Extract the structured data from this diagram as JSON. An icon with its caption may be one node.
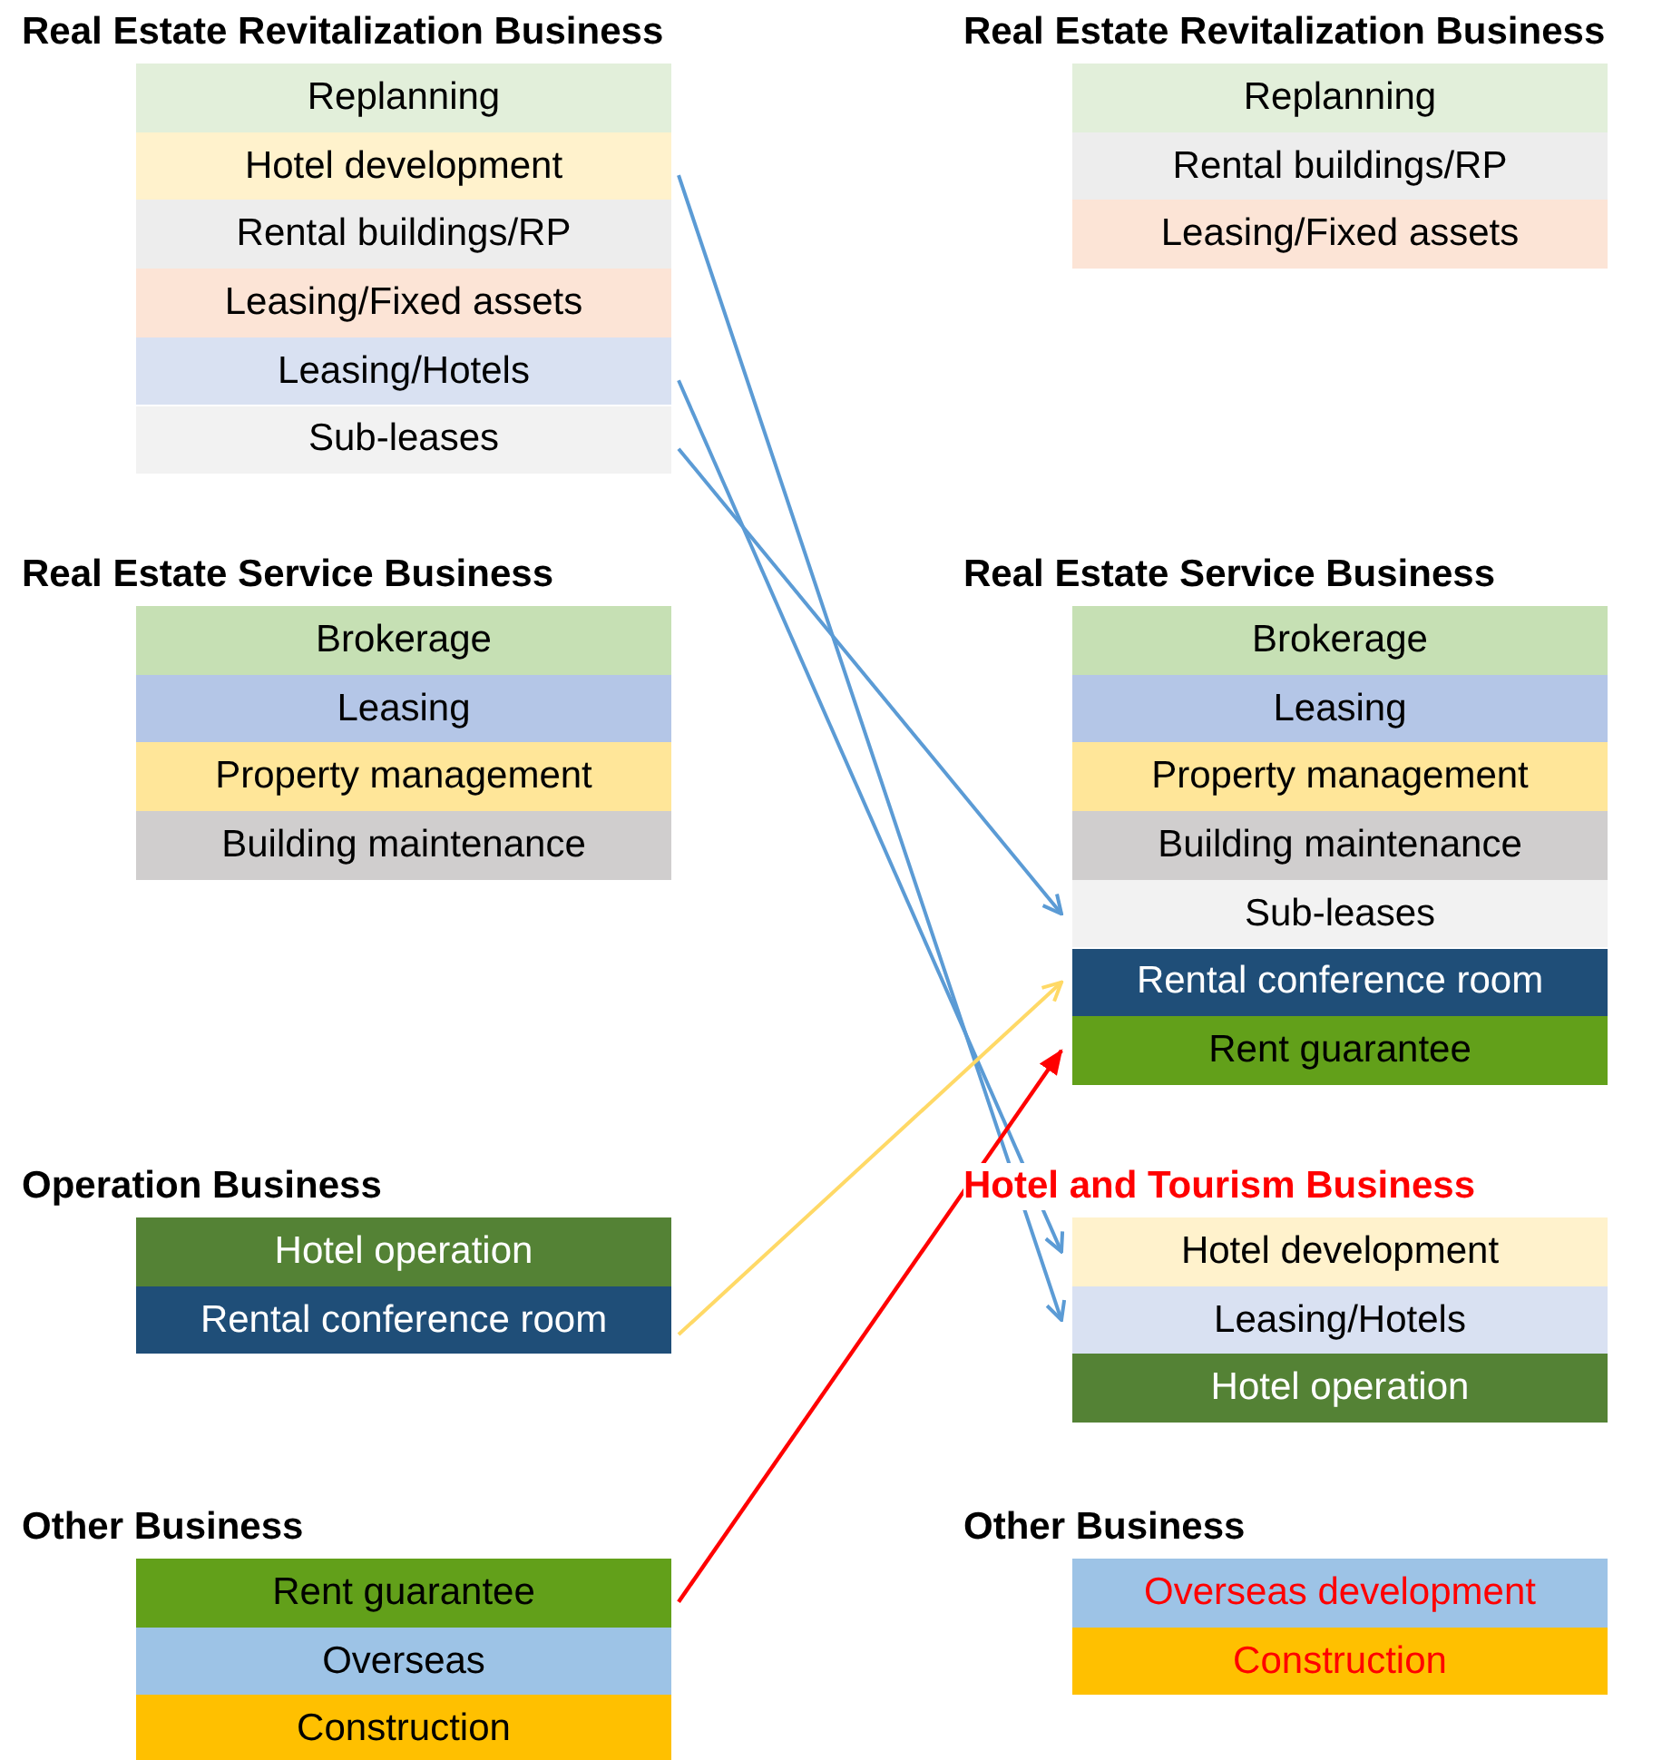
{
  "diagram": {
    "nodes": [
      {
        "text": [
          "Replanning"
        ]
      },
      {
        "text": [
          "Hotel development"
        ]
      },
      {
        "text": [
          "Rental buildings/RP"
        ]
      },
      {
        "text": [
          "Leasing/Fixed assets"
        ]
      },
      {
        "text": [
          "Leasing/Hotels"
        ]
      },
      {
        "text": [
          "Sub-leases"
        ]
      },
      {
        "text": [
          "Brokerage"
        ]
      },
      {
        "text": [
          "Leasing"
        ]
      },
      {
        "text": [
          "Property management"
        ]
      },
      {
        "text": [
          "Building maintenance"
        ]
      },
      {
        "text": [
          "Hotel operation"
        ]
      },
      {
        "text": [
          "Rental conference room"
        ]
      },
      {
        "text": [
          "Rent guarantee"
        ]
      },
      {
        "text": [
          "Overseas"
        ]
      },
      {
        "text": [
          "Construction"
        ]
      },
      {
        "text": [
          "Replanning"
        ]
      },
      {
        "text": [
          "Rental buildings/RP"
        ]
      },
      {
        "text": [
          "Leasing/Fixed assets"
        ]
      },
      {
        "text": [
          "Brokerage"
        ]
      },
      {
        "text": [
          "Leasing"
        ]
      },
      {
        "text": [
          "Property management"
        ]
      },
      {
        "text": [
          "Building maintenance"
        ]
      },
      {
        "text": [
          "Sub-leases"
        ]
      },
      {
        "text": [
          "Rental conference room"
        ]
      },
      {
        "text": [
          "Rent guarantee"
        ]
      },
      {
        "text": [
          "Hotel development"
        ]
      },
      {
        "text": [
          "Leasing/Hotels"
        ]
      },
      {
        "text": [
          "Hotel operation"
        ]
      },
      {
        "text": [
          "Overseas development"
        ]
      },
      {
        "text": [
          "Construction"
        ]
      }
    ],
    "edges": [
      {
        "from": 1,
        "to": 26,
        "arrow": "to"
      },
      {
        "from": 4,
        "to": 25,
        "arrow": "to"
      },
      {
        "from": 5,
        "to": 22,
        "arrow": "to"
      },
      {
        "from": 11,
        "to": 23,
        "arrow": "to",
        "color": "#ffd966"
      },
      {
        "from": 12,
        "to": 24,
        "arrow": "to",
        "color": "#ff0000"
      }
    ],
    "labels": [
      "Real Estate Revitalization Business",
      "Real Estate Revitalization Business",
      "Real Estate Service Business",
      "Real Estate Service Business",
      "Operation Business",
      "Hotel and Tourism Business",
      "Other Business",
      "Other Business"
    ]
  }
}
